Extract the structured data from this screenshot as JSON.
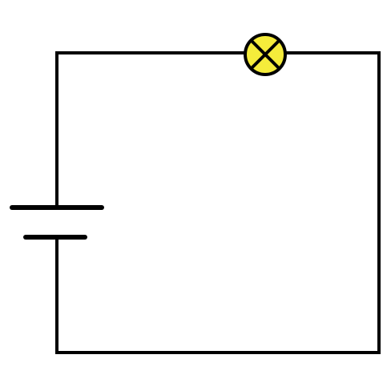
{
  "diagram": {
    "type": "circuit-schematic",
    "components": [
      {
        "kind": "battery",
        "symbol": "two-plate-cell",
        "position": "left-side"
      },
      {
        "kind": "lamp",
        "symbol": "circle-with-cross",
        "position": "top-side"
      }
    ],
    "topology": "single-loop-series",
    "colors": {
      "background": "#ffffff",
      "wire": "#000000",
      "lamp_fill": "#f5ec3b",
      "lamp_outline": "#000000"
    }
  }
}
